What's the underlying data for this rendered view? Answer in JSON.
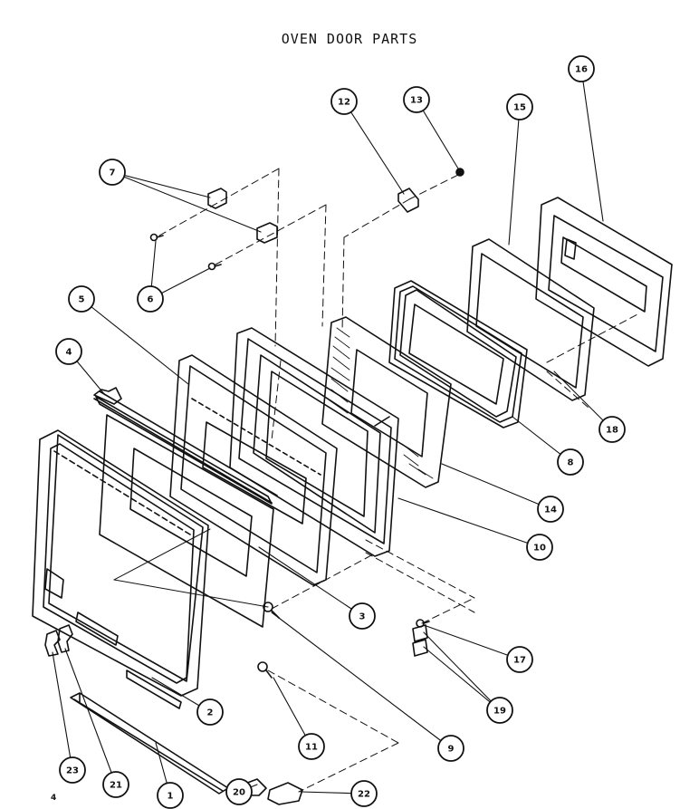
{
  "diagram": {
    "title": "OVEN DOOR PARTS",
    "page_number": "4",
    "callouts": [
      "1",
      "2",
      "3",
      "4",
      "5",
      "6",
      "7",
      "8",
      "9",
      "10",
      "11",
      "12",
      "13",
      "14",
      "15",
      "16",
      "17",
      "18",
      "19",
      "20",
      "21",
      "22",
      "23"
    ]
  }
}
